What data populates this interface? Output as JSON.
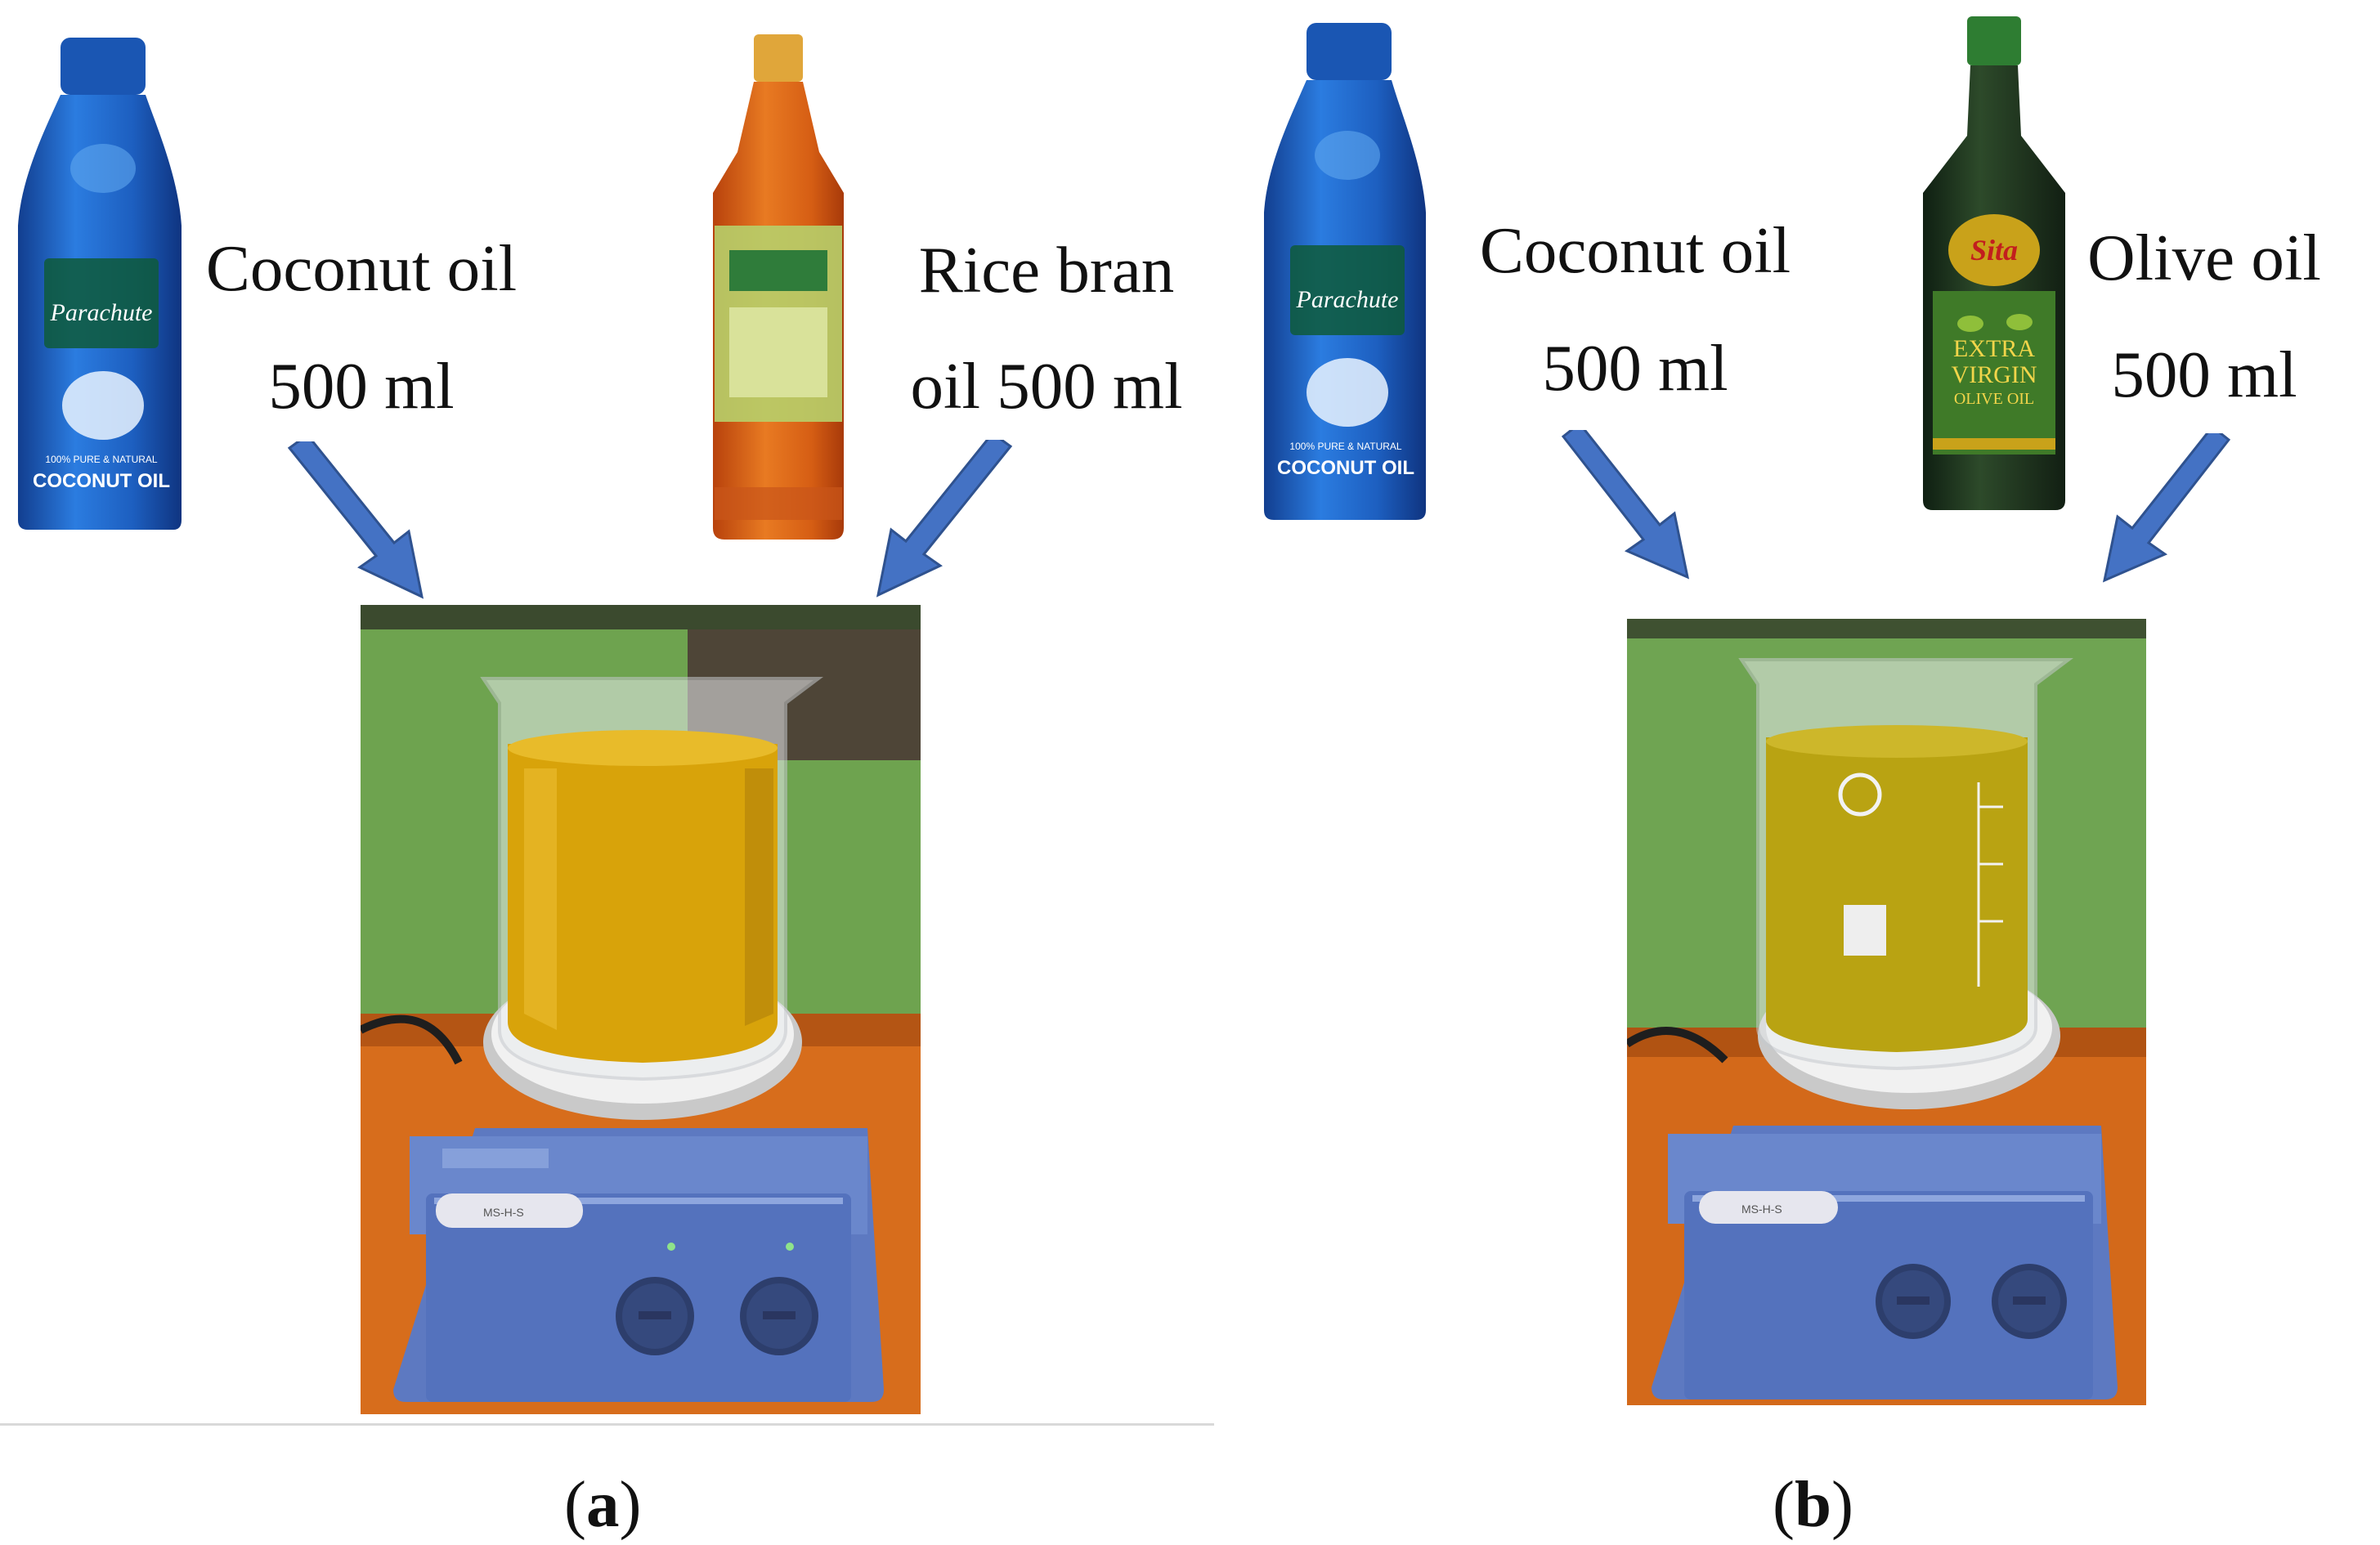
{
  "panel_a": {
    "left_label_line1": "Coconut oil",
    "left_label_line2": "500 ml",
    "right_label_line1": "Rice bran",
    "right_label_line2": "oil 500 ml",
    "left_bottle": {
      "brand": "Parachute",
      "product": "COCONUT OIL",
      "sub": "100% PURE & NATURAL",
      "color": "#1e63c4"
    },
    "right_bottle": {
      "color": "#d9651a"
    },
    "stirrer_display": "MS-H-S",
    "oil_color": "#d8a30a",
    "caption": "(a)"
  },
  "panel_b": {
    "left_label_line1": "Coconut oil",
    "left_label_line2": "500 ml",
    "right_label_line1": "Olive oil",
    "right_label_line2": "500 ml",
    "left_bottle": {
      "brand": "Parachute",
      "product": "COCONUT OIL",
      "sub": "100% PURE & NATURAL",
      "color": "#1e63c4"
    },
    "right_bottle": {
      "brand": "Sita",
      "line1": "EXTRA",
      "line2": "VIRGIN",
      "line3": "OLIVE OIL",
      "color": "#1f3a22"
    },
    "stirrer_display": "MS-H-S",
    "oil_color": "#b9a312",
    "caption": "(b)"
  },
  "colors": {
    "arrow": "#4472c4",
    "arrow_stroke": "#2f528f"
  }
}
